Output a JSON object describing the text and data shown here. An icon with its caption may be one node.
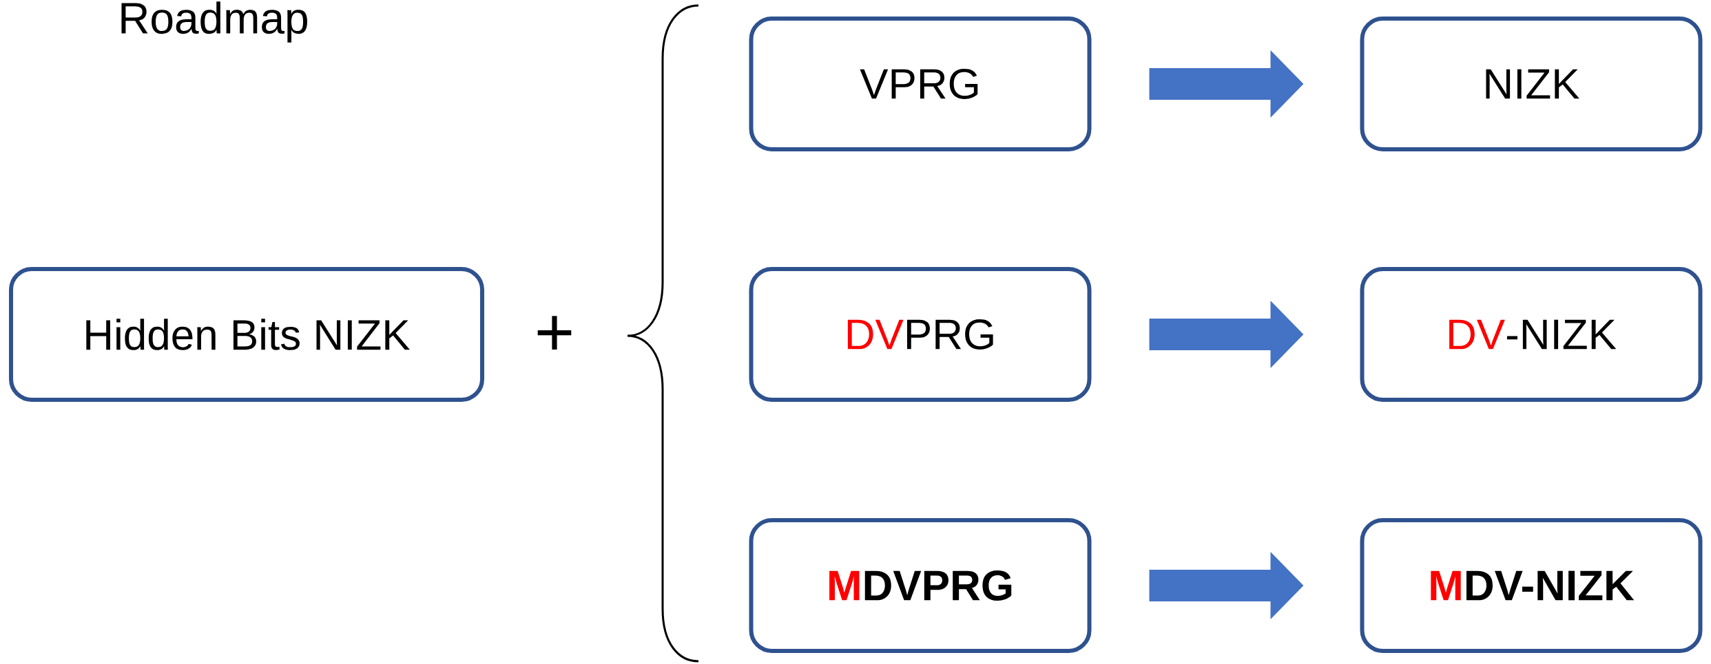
{
  "diagram": {
    "title": "Roadmap",
    "nodes": [
      {
        "text": [
          "Hidden Bits NIZK"
        ]
      },
      {
        "text": [
          "VPRG"
        ]
      },
      {
        "text": [
          "NIZK"
        ]
      },
      {
        "text": [
          "DV",
          "PRG"
        ]
      },
      {
        "text": [
          "DV",
          "-NIZK"
        ]
      },
      {
        "text": [
          "M",
          "DVPRG"
        ]
      },
      {
        "text": [
          "M",
          "DV-NIZK"
        ]
      }
    ],
    "edges": [
      {
        "from": 1,
        "to": 2,
        "arrow": "to"
      },
      {
        "from": 3,
        "to": 4,
        "arrow": "to"
      },
      {
        "from": 5,
        "to": 6,
        "arrow": "to"
      }
    ],
    "labels": [
      "+"
    ]
  }
}
